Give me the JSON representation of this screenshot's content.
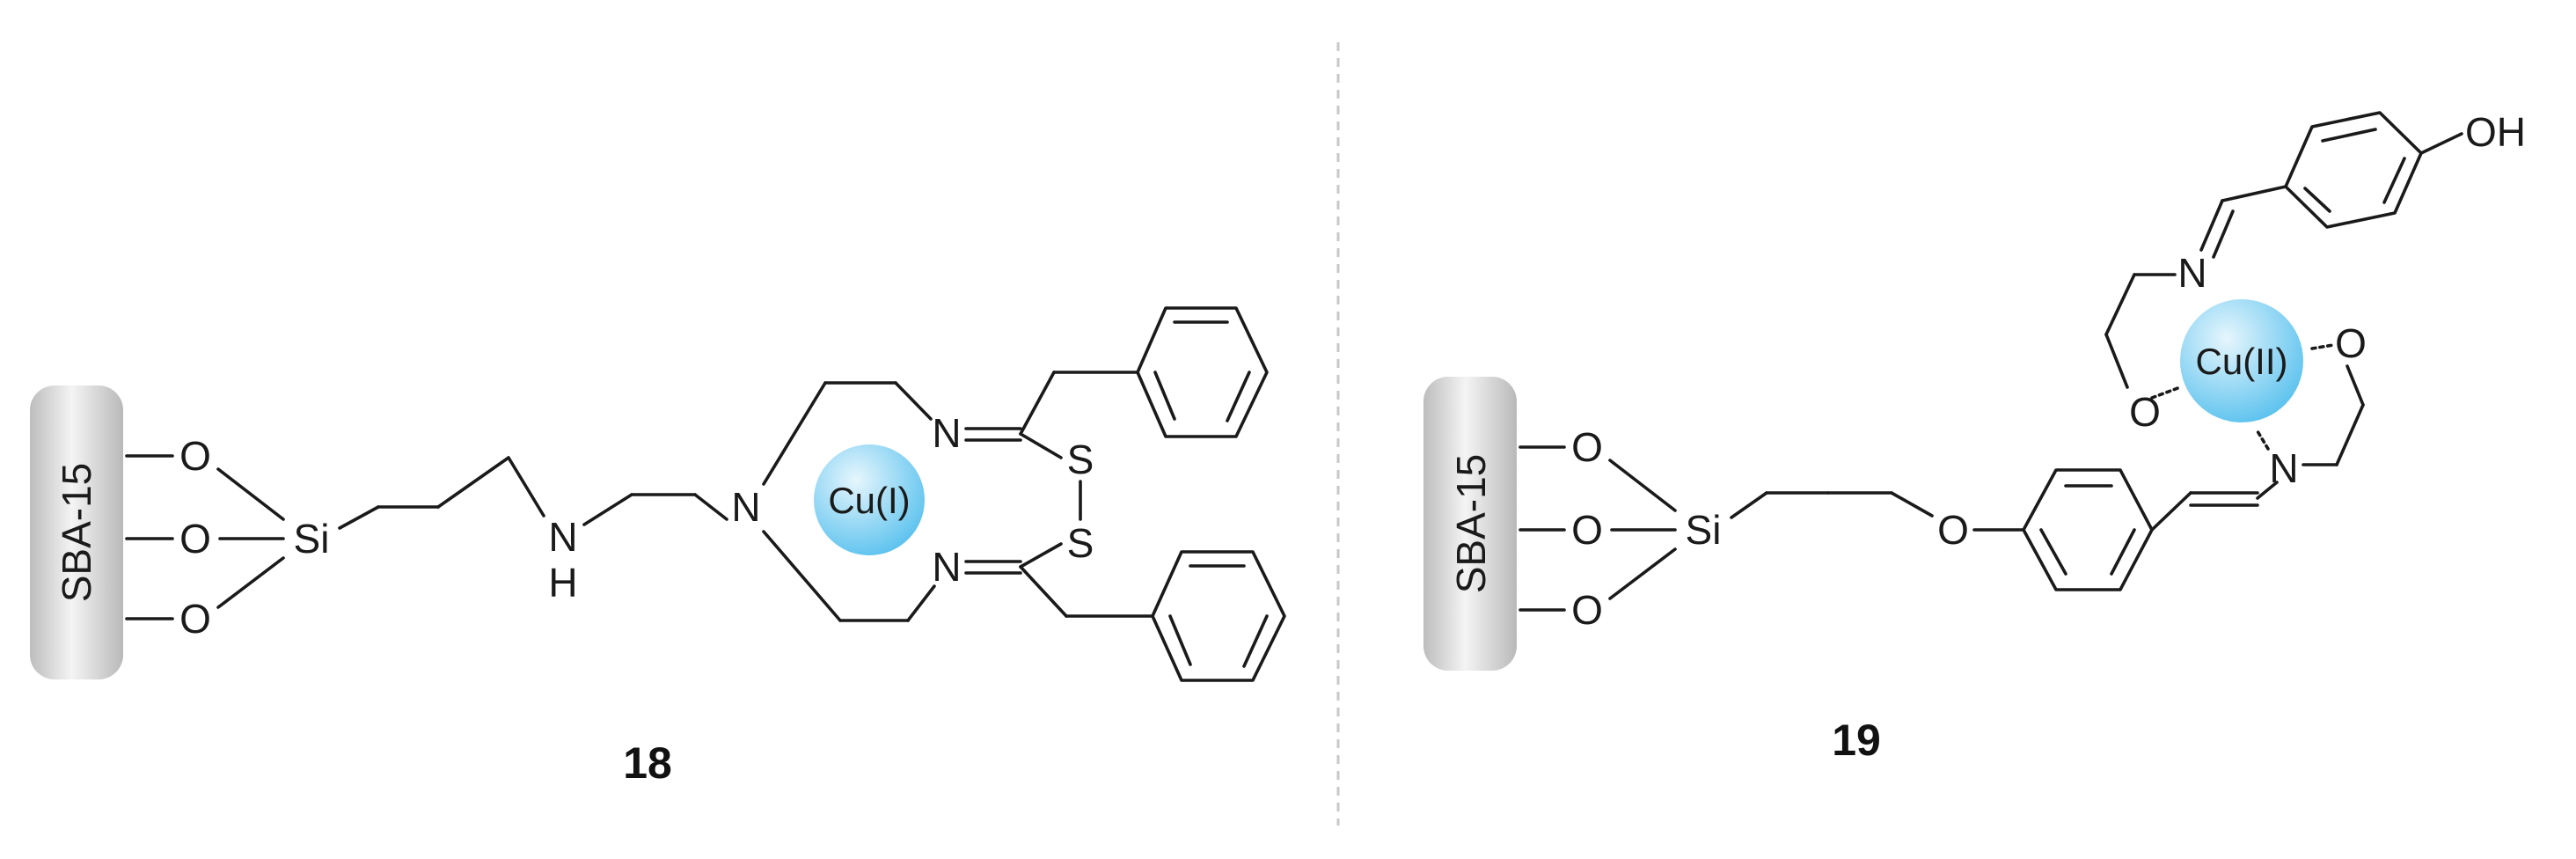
{
  "colors": {
    "bond": "#1a1a1a",
    "divider": "#c8c8c8",
    "metal_sphere_light": "#e6f6fd",
    "metal_sphere_dark": "#5cc2ee",
    "support_light": "#f4f4f4",
    "support_dark": "#b9b9b9"
  },
  "structure18": {
    "label": "18",
    "support": "SBA-15",
    "metal": "Cu(I)",
    "atoms": {
      "o": "O",
      "si": "Si",
      "n": "N",
      "h": "H",
      "s": "S"
    }
  },
  "structure19": {
    "label": "19",
    "support": "SBA-15",
    "metal": "Cu(II)",
    "atoms": {
      "o": "O",
      "si": "Si",
      "n": "N",
      "oh": "OH"
    }
  }
}
